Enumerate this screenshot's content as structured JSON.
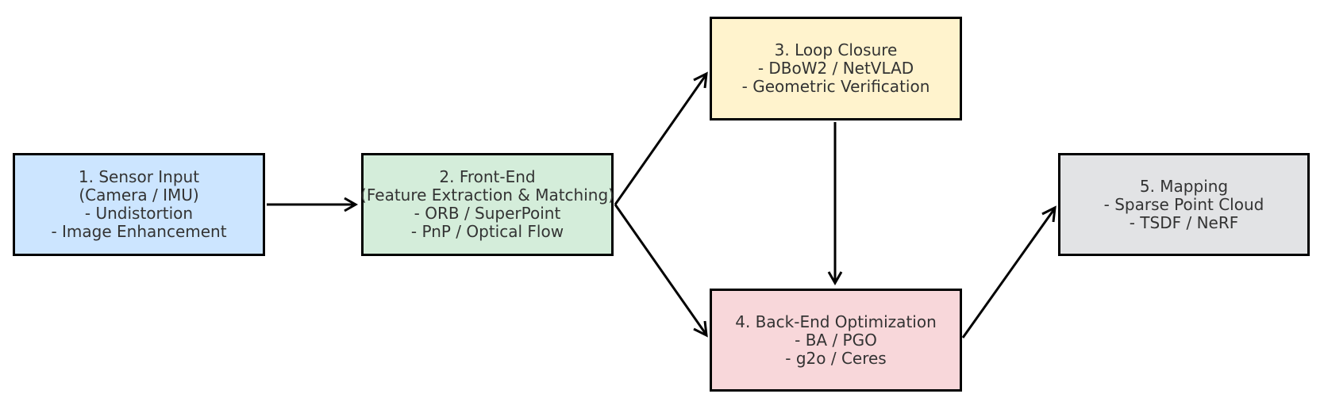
{
  "nodes": {
    "sensor": {
      "lines": [
        "1. Sensor Input",
        "(Camera / IMU)",
        "- Undistortion",
        "- Image Enhancement"
      ],
      "fill": "#cce5ff"
    },
    "frontend": {
      "lines": [
        "2. Front-End",
        "(Feature Extraction & Matching)",
        "- ORB / SuperPoint",
        "- PnP / Optical Flow"
      ],
      "fill": "#d4edda"
    },
    "loop": {
      "lines": [
        "3. Loop Closure",
        "- DBoW2 / NetVLAD",
        "- Geometric Verification"
      ],
      "fill": "#fff3cd"
    },
    "backend": {
      "lines": [
        "4. Back-End Optimization",
        "- BA / PGO",
        "- g2o / Ceres"
      ],
      "fill": "#f8d7da"
    },
    "mapping": {
      "lines": [
        "5. Mapping",
        "- Sparse Point Cloud",
        "- TSDF / NeRF"
      ],
      "fill": "#e2e3e5"
    }
  },
  "edges": [
    {
      "from": "sensor",
      "to": "frontend"
    },
    {
      "from": "frontend",
      "to": "loop"
    },
    {
      "from": "frontend",
      "to": "backend"
    },
    {
      "from": "loop",
      "to": "backend"
    },
    {
      "from": "backend",
      "to": "mapping"
    }
  ],
  "colors": {
    "stroke": "#000000",
    "text": "#333333"
  }
}
